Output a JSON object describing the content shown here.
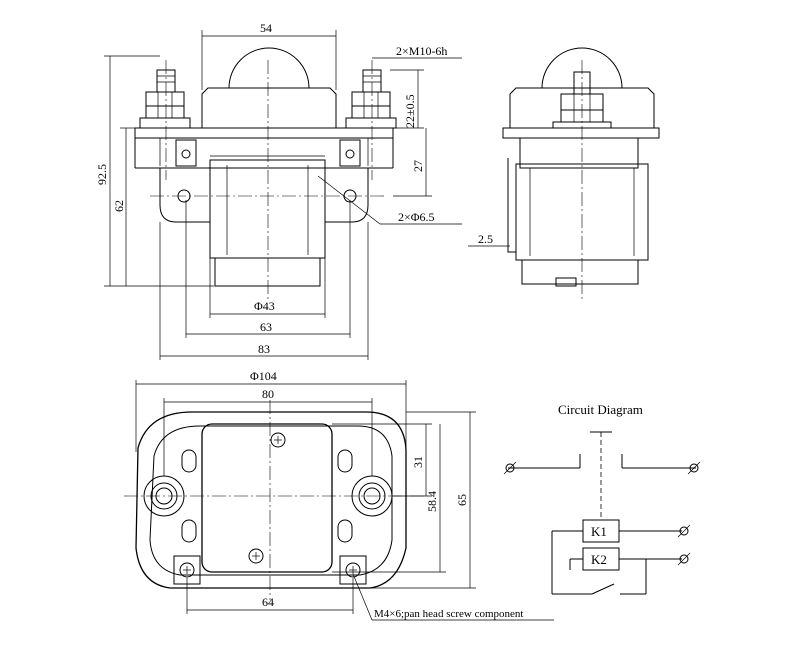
{
  "front_view": {
    "dim_width_top": "54",
    "dim_thread": "2×M10-6h",
    "dim_height_total": "92.5",
    "dim_height_body": "62",
    "dim_stud": "22±0.5",
    "dim_27": "27",
    "dim_holes": "2×Φ6.5",
    "dim_coil_dia": "Φ43",
    "dim_63": "63",
    "dim_83": "83"
  },
  "side_view": {
    "dim_bracket": "2.5"
  },
  "top_view": {
    "dim_outer_dia": "Φ104",
    "dim_80": "80",
    "dim_31": "31",
    "dim_58": "58.4",
    "dim_65": "65",
    "dim_64": "64",
    "screw_note": "M4×6;pan head screw component"
  },
  "circuit": {
    "title": "Circuit Diagram",
    "coil1": "K1",
    "coil2": "K2"
  }
}
